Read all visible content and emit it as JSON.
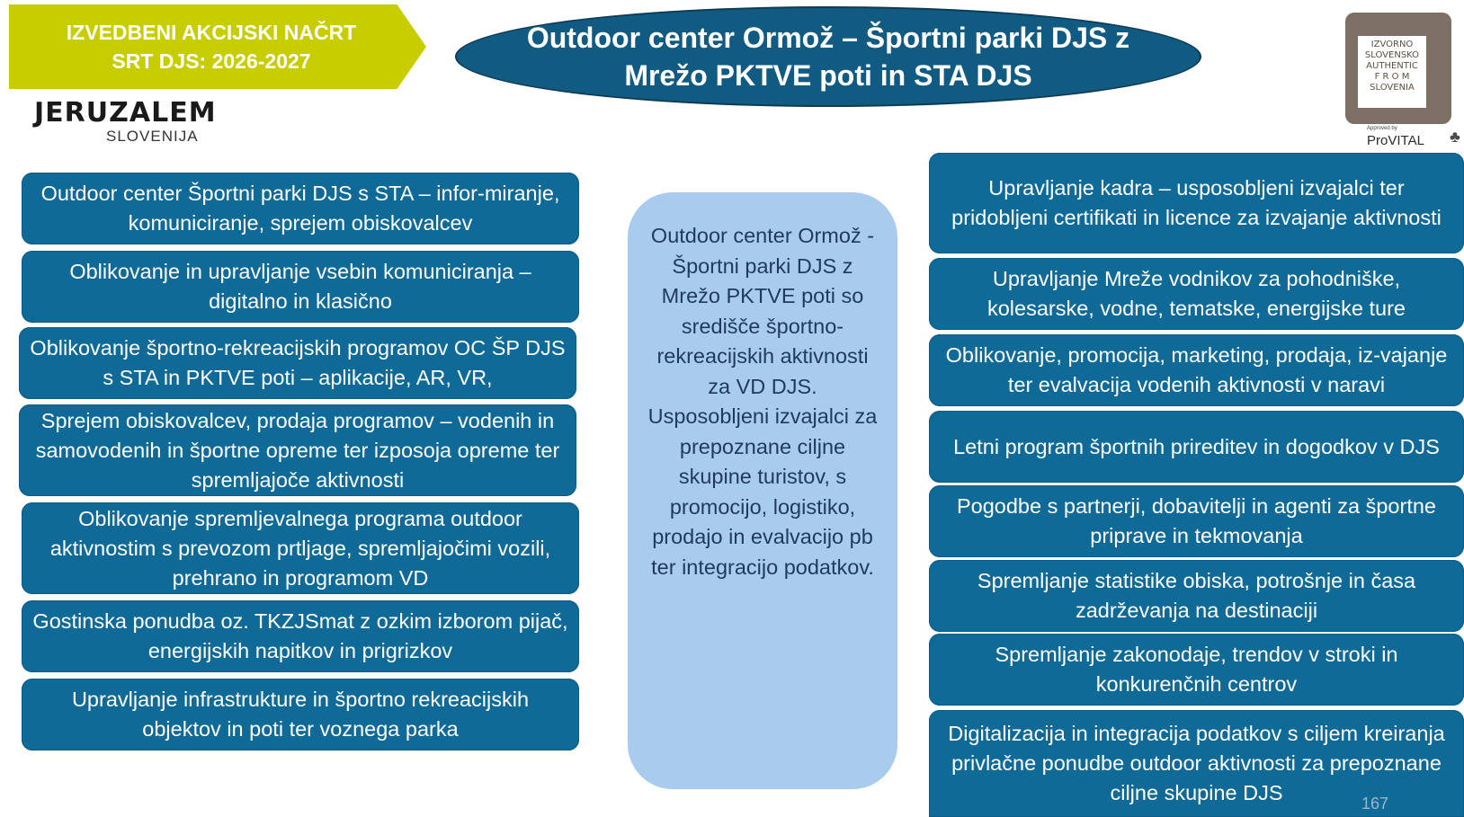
{
  "banner": {
    "line1": "IZVEDBENI AKCIJSKI NAČRT",
    "line2": "SRT DJS:  2026-2027"
  },
  "logo": {
    "name": "JERUZALEM",
    "sub": "SLOVENIJA"
  },
  "title": {
    "line1": "Outdoor center Ormož – Športni parki DJS z",
    "line2": "Mrežo PKTVE poti in STA DJS"
  },
  "badge": {
    "line1": "IZVORNO",
    "line2": "SLOVENSKO",
    "line3": "AUTHENTIC",
    "line4": "F R O M",
    "line5": "SLOVENIA",
    "approved": "Approved by",
    "provital": "ProVITAL"
  },
  "left_boxes": [
    "Outdoor center Športni parki DJS s STA – infor-miranje, komuniciranje, sprejem obiskovalcev",
    "Oblikovanje in upravljanje vsebin komuniciranja – digitalno in klasično",
    "Oblikovanje športno-rekreacijskih programov OC ŠP DJS s STA in PKTVE poti – aplikacije, AR, VR,",
    "Sprejem obiskovalcev,  prodaja programov – vodenih in samovodenih in športne opreme ter izposoja opreme ter spremljajoče aktivnosti",
    "Oblikovanje spremljevalnega programa outdoor aktivnostim s prevozom prtljage, spremljajočimi vozili, prehrano in programom VD",
    "Gostinska ponudba oz. TKZJSmat z ozkim izborom pijač, energijskih napitkov in prigrizkov",
    "Upravljanje infrastrukture in športno rekreacijskih objektov in poti ter voznega parka"
  ],
  "center_text": "Outdoor center Ormož - Športni parki DJS z Mrežo PKTVE poti so središče športno-rekreacijskih aktivnosti za VD DJS. Usposobljeni izvajalci za prepoznane ciljne skupine turistov, s promocijo, logistiko, prodajo in evalvacijo pb ter integracijo podatkov.",
  "right_boxes": [
    "Upravljanje kadra – usposobljeni izvajalci ter pridobljeni certifikati in licence za izvajanje aktivnosti",
    "Upravljanje Mreže vodnikov za pohodniške, kolesarske, vodne, tematske, energijske ture",
    "Oblikovanje, promocija, marketing, prodaja, iz-vajanje ter evalvacija vodenih aktivnosti v naravi",
    "Letni program športnih prireditev in dogodkov v DJS",
    "Pogodbe s partnerji, dobavitelji in agenti za športne priprave in tekmovanja",
    "Spremljanje statistike obiska, potrošnje in časa zadrževanja na destinaciji",
    "Spremljanje zakonodaje, trendov v stroki in konkurenčnih centrov",
    "Digitalizacija in integracija podatkov s ciljem kreiranja privlačne ponudbe outdoor aktivnosti za prepoznane ciljne skupine DJS"
  ],
  "page_number": "167"
}
